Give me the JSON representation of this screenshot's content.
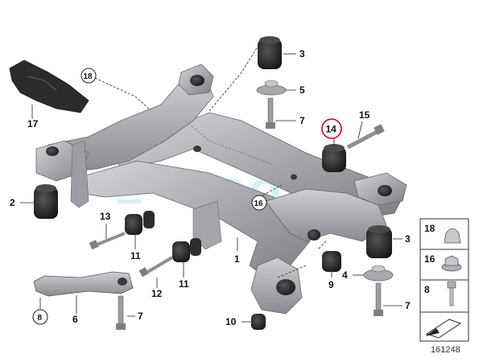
{
  "callouts": {
    "c1": "1",
    "c2": "2",
    "c3a": "3",
    "c3b": "3",
    "c4": "4",
    "c5": "5",
    "c6": "6",
    "c7a": "7",
    "c7b": "7",
    "c7c": "7",
    "c8": "8",
    "c9": "9",
    "c10": "10",
    "c11a": "11",
    "c11b": "11",
    "c12": "12",
    "c13": "13",
    "c14": "14",
    "c15": "15",
    "c16": "16",
    "c17": "17",
    "c18": "18"
  },
  "legend": {
    "item18": "18",
    "item16": "16",
    "item8": "8"
  },
  "diagram_id": "161248",
  "watermark": "SOL",
  "colors": {
    "part_fill": "#b8b8bc",
    "part_dark": "#8e8e94",
    "rubber": "#2b2b2b",
    "highlight_circle": "#d0021b"
  }
}
